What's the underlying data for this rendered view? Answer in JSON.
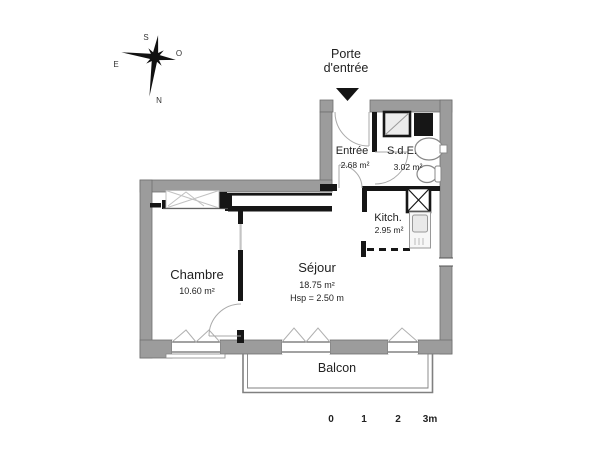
{
  "entrance": {
    "label_line1": "Porte",
    "label_line2": "d'entrée"
  },
  "compass": {
    "n": "N",
    "s": "S",
    "e": "E",
    "o": "O"
  },
  "rooms": {
    "entree": {
      "name": "Entrée",
      "area": "2.68 m²"
    },
    "sde": {
      "name": "S.d.E.",
      "area": "3.02 m²"
    },
    "kitchen": {
      "name": "Kitch.",
      "area": "2.95 m²"
    },
    "chambre": {
      "name": "Chambre",
      "area": "10.60 m²"
    },
    "sejour": {
      "name": "Séjour",
      "area": "18.75 m²",
      "ceiling_height": "Hsp = 2.50 m"
    },
    "balcony": {
      "name": "Balcon"
    }
  },
  "scale_bar": {
    "ticks": [
      "0",
      "1",
      "2",
      "3m"
    ]
  },
  "colors": {
    "outer_wall": "#9c9c9c",
    "inner_wall": "#161616",
    "text": "#222222"
  }
}
